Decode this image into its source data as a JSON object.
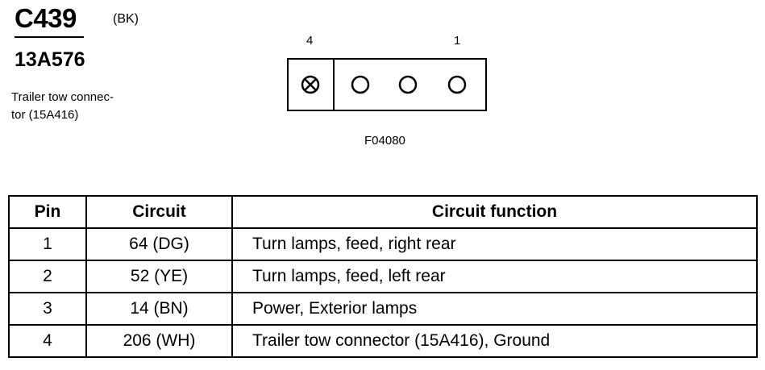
{
  "connector": {
    "id": "C439",
    "color_code": "(BK)",
    "part_number": "13A576",
    "description_line1": "Trailer tow connec-",
    "description_line2": "tor (15A416)",
    "pin_label_left": "4",
    "pin_label_right": "1",
    "figure_id": "F04080"
  },
  "table": {
    "headers": [
      "Pin",
      "Circuit",
      "Circuit function"
    ],
    "rows": [
      {
        "pin": "1",
        "circuit": "64 (DG)",
        "function": "Turn lamps, feed, right rear"
      },
      {
        "pin": "2",
        "circuit": "52 (YE)",
        "function": "Turn lamps, feed, left rear"
      },
      {
        "pin": "3",
        "circuit": "14 (BN)",
        "function": "Power, Exterior lamps"
      },
      {
        "pin": "4",
        "circuit": "206 (WH)",
        "function": "Trailer tow connector (15A416), Ground"
      }
    ]
  }
}
